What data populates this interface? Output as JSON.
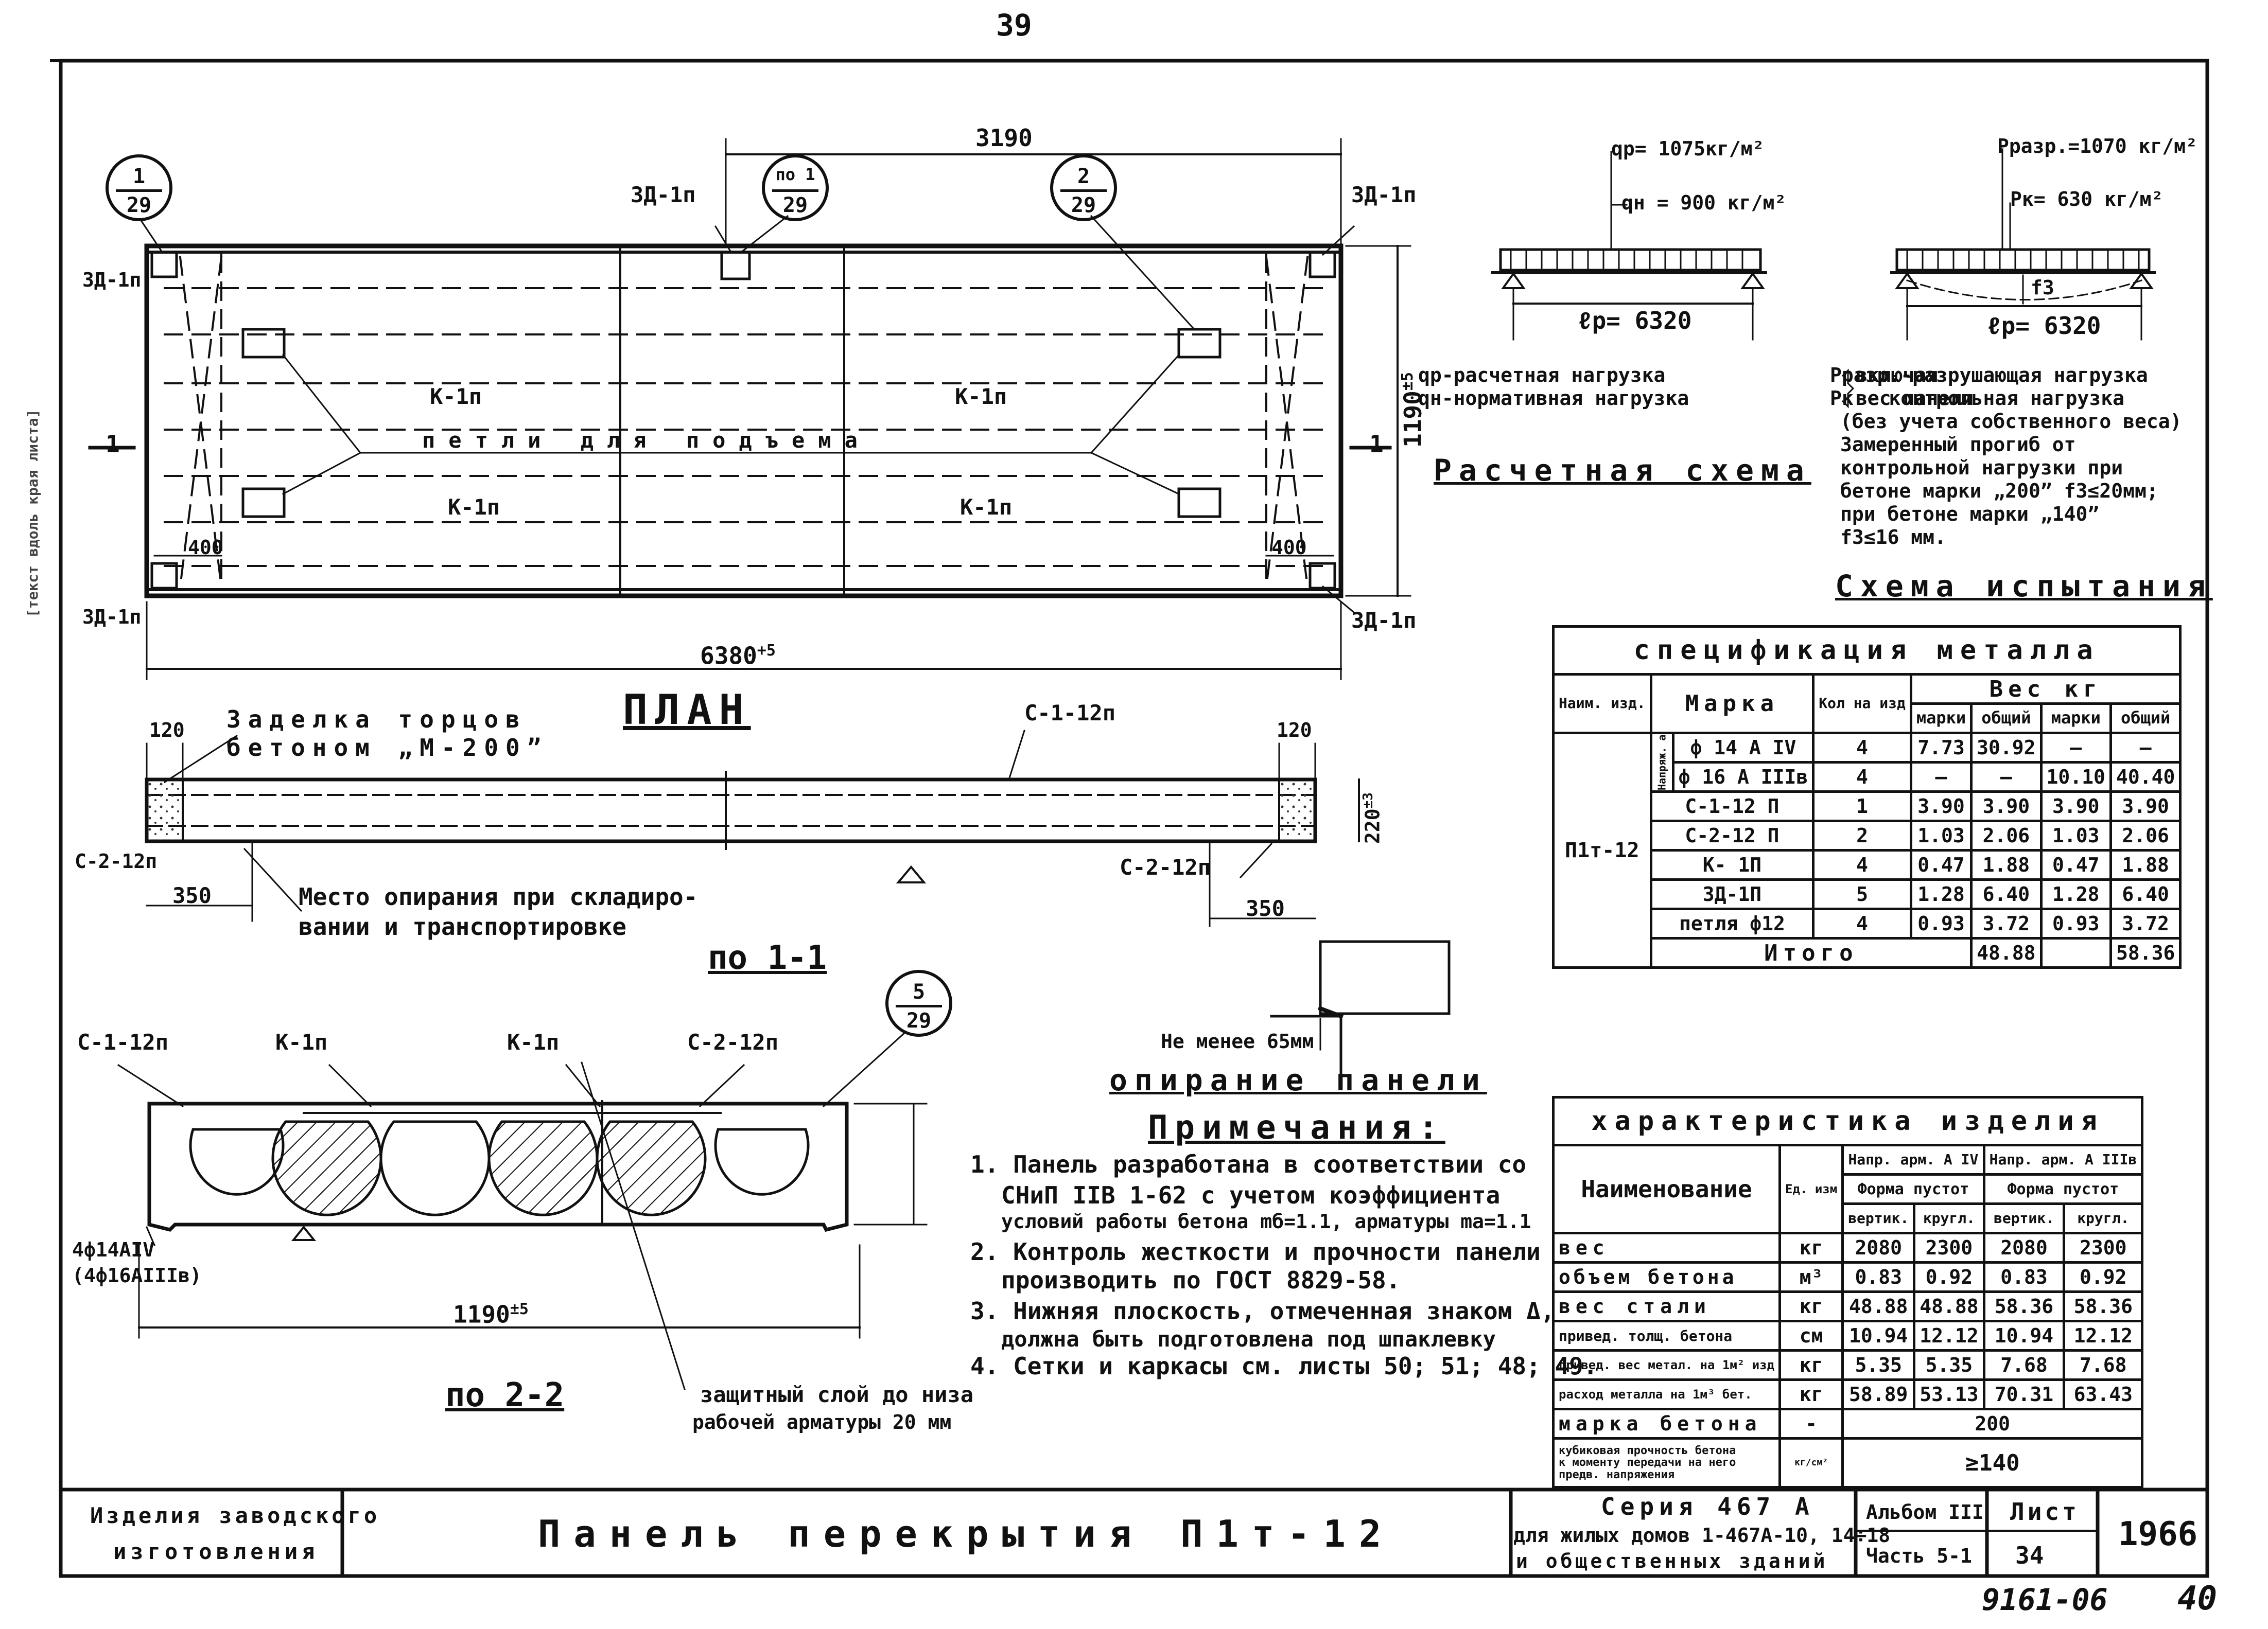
{
  "page_number_top": "39",
  "plan": {
    "dim_top": "3190",
    "dim_bottom": "6380",
    "dim_bottom_tol": "+5",
    "dim_right": "1190",
    "dim_right_tol": "±5",
    "dim_left_400": "400",
    "dim_right_400": "400",
    "section_mark": "1",
    "labels": {
      "zd_tl": "ЗД-1п",
      "zd_tl2": "ЗД-1п",
      "zd_bl": "ЗД-1п",
      "zd_top": "ЗД-1п",
      "zd_tr": "ЗД-1п",
      "zd_br": "ЗД-1п",
      "k_tl": "К-1п",
      "k_bl": "К-1п",
      "k_tr": "К-1п",
      "k_br": "К-1п",
      "petli": "петли для подъема"
    },
    "callouts": [
      {
        "top": "1",
        "bottom": "29"
      },
      {
        "top": "по 1",
        "bottom": "29"
      },
      {
        "top": "2",
        "bottom": "29"
      }
    ],
    "title": "ПЛАН",
    "side_note": "[текст вдоль края листа]"
  },
  "section11": {
    "zadelka_1": "Заделка торцов",
    "zadelka_2": "бетоном „М-200”",
    "c112": "С-1-12п",
    "c212_left": "С-2-12п",
    "c212_right": "С-2-12п",
    "dim120_l": "120",
    "dim120_r": "120",
    "dim220": "220",
    "dim220_tol": "±3",
    "dim350_l": "350",
    "dim350_r": "350",
    "mesto_1": "Место опирания при складиро-",
    "mesto_2": "вании и транспортировке",
    "title": "по 1-1"
  },
  "section22": {
    "c112": "С-1-12п",
    "k1": "К-1п",
    "k2": "К-1п",
    "c212": "С-2-12п",
    "callout": {
      "top": "5",
      "bottom": "29"
    },
    "rebar_1": "4ф14АIV",
    "rebar_2": "(4ф16АIIIв)",
    "dim": "1190",
    "dim_tol": "±5",
    "zasch_1": "защитный слой до низа",
    "zasch_2": "рабочей арматуры 20 мм",
    "title": "по 2-2"
  },
  "support": {
    "label": "Не менее 65мм",
    "title": "опирание панели"
  },
  "calc_scheme": {
    "qp": "qр= 1075кг/м²",
    "qn": "qн = 900 кг/м²",
    "lp": "ℓр= 6320",
    "legend_qp": "qр-расчетная нагрузка",
    "legend_qn": "qн-нормативная нагрузка",
    "legend_incl_1": "включая",
    "legend_incl_2": "вес панели",
    "title": "Расчетная схема"
  },
  "test_scheme": {
    "prazr": "Рразр.=1070 кг/м²",
    "pk": "Рк= 630 кг/м²",
    "f3": "f3",
    "lp": "ℓр= 6320",
    "lines": [
      "Рразр.-разрушающая нагрузка",
      "Рк - контрольная нагрузка",
      "(без учета собственного веса)",
      "Замеренный прогиб от",
      "контрольной нагрузки при",
      "бетоне марки „200” f3≤20мм;",
      "при бетоне марки „140”",
      "f3≤16 мм."
    ],
    "title": "Схема испытания"
  },
  "notes": {
    "title": "Примечания:",
    "lines": [
      "1. Панель разработана в соответствии со",
      "СНиП IIВ 1-62 с учетом коэффициента",
      "условий работы бетона mб=1.1, арматуры mа=1.1",
      "2. Контроль жесткости и прочности панели",
      "производить по ГОСТ 8829-58.",
      "3. Нижняя плоскость, отмеченная знаком Δ,",
      "должна быть подготовлена под шпаклевку",
      "4. Сетки и каркасы см. листы 50; 51; 48; 49."
    ]
  },
  "spec_metal": {
    "title": "спецификация металла",
    "headers": {
      "name": "Наим. изд.",
      "mark": "Марка",
      "qty": "Кол на изд",
      "weight": "Вес кг",
      "w_mark": "марки",
      "w_total": "общий"
    },
    "product": "П1т-12",
    "napr": "Напряж. арматур",
    "rows": [
      [
        "ф 14 А IV",
        "4",
        "7.73",
        "30.92",
        "—",
        "—"
      ],
      [
        "ф 16 А IIIв",
        "4",
        "—",
        "—",
        "10.10",
        "40.40"
      ],
      [
        "С-1-12 П",
        "1",
        "3.90",
        "3.90",
        "3.90",
        "3.90"
      ],
      [
        "С-2-12 П",
        "2",
        "1.03",
        "2.06",
        "1.03",
        "2.06"
      ],
      [
        "К- 1П",
        "4",
        "0.47",
        "1.88",
        "0.47",
        "1.88"
      ],
      [
        "ЗД-1П",
        "5",
        "1.28",
        "6.40",
        "1.28",
        "6.40"
      ],
      [
        "петля ф12",
        "4",
        "0.93",
        "3.72",
        "0.93",
        "3.72"
      ]
    ],
    "total_label": "Итого",
    "total_a": "48.88",
    "total_b": "58.36"
  },
  "characteristics": {
    "title": "характеристика изделия",
    "headers": {
      "name": "Наименование",
      "unit": "Ед. изм",
      "a4": "Напр. арм. А IV",
      "a3": "Напр. арм. А IIIв",
      "form": "Форма пустот",
      "vert": "вертик.",
      "krug": "кругл."
    },
    "rows": [
      [
        "вес",
        "кг",
        "2080",
        "2300",
        "2080",
        "2300"
      ],
      [
        "объем бетона",
        "м³",
        "0.83",
        "0.92",
        "0.83",
        "0.92"
      ],
      [
        "вес стали",
        "кг",
        "48.88",
        "48.88",
        "58.36",
        "58.36"
      ],
      [
        "привед. толщ. бетона",
        "см",
        "10.94",
        "12.12",
        "10.94",
        "12.12"
      ],
      [
        "привед. вес метал. на 1м² изд",
        "кг",
        "5.35",
        "5.35",
        "7.68",
        "7.68"
      ],
      [
        "расход металла на 1м³ бет.",
        "кг",
        "58.89",
        "53.13",
        "70.31",
        "63.43"
      ]
    ],
    "mark_label": "марка бетона",
    "mark_unit": "-",
    "mark_value": "200",
    "cube_label_1": "кубиковая прочность бетона",
    "cube_label_2": "к моменту передачи на него",
    "cube_label_3": "предв. напряжения",
    "cube_unit": "кг/см²",
    "cube_value": "≥140"
  },
  "title_block": {
    "left_1": "Изделия заводского",
    "left_2": "изготовления",
    "main_title": "Панель перекрытия П1т-12",
    "series": "Серия 467 А",
    "series_2": "для жилых домов 1-467А-10, 14÷18",
    "series_3": "и общественных зданий",
    "album": "Альбом III",
    "part": "Часть 5-1",
    "sheet_label": "Лист",
    "sheet_no": "34",
    "year": "1966"
  },
  "bottom_numbers": {
    "code": "9161-06",
    "page": "40"
  }
}
